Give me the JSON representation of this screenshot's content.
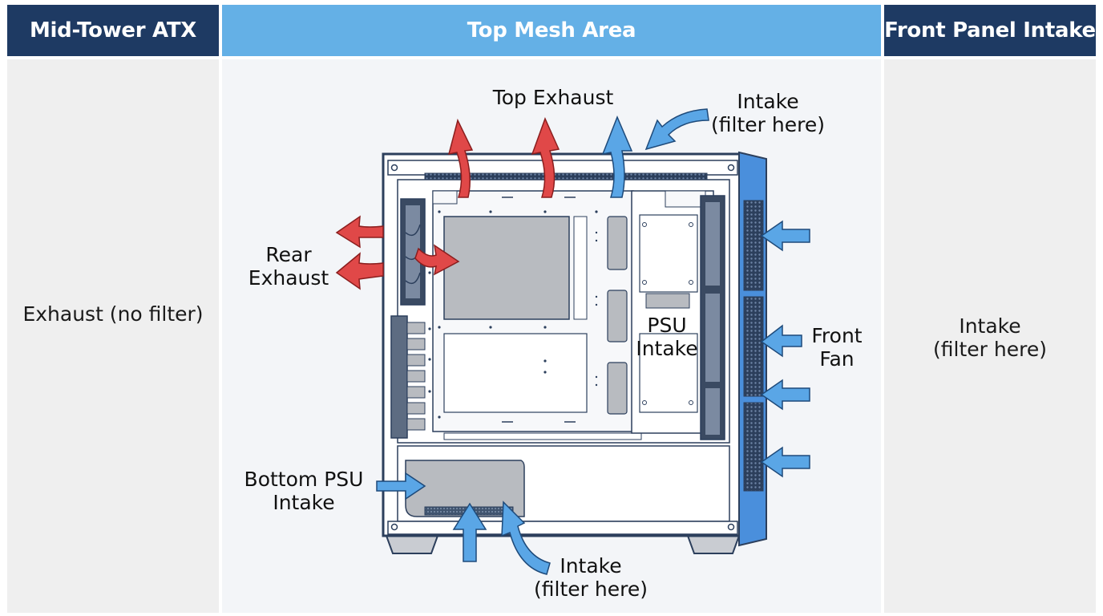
{
  "headers": {
    "left": "Mid-Tower ATX",
    "middle": "Top Mesh Area",
    "right": "Front Panel Intake"
  },
  "left_panel": {
    "text": "Exhaust (no filter)"
  },
  "right_panel": {
    "line1": "Intake",
    "line2": "(filter here)"
  },
  "diagram": {
    "top_exhaust": "Top Exhaust",
    "top_intake_line1": "Intake",
    "top_intake_line2": "(filter here)",
    "rear_exhaust_line1": "Rear",
    "rear_exhaust_line2": "Exhaust",
    "psu_intake_line1": "PSU",
    "psu_intake_line2": "Intake",
    "front_fan_line1": "Front",
    "front_fan_line2": "Fan",
    "bottom_psu_line1": "Bottom PSU",
    "bottom_psu_line2": "Intake",
    "bottom_intake_line1": "Intake",
    "bottom_intake_line2": "(filter here)"
  },
  "colors": {
    "navy": "#1e3a63",
    "light_blue": "#64b0e6",
    "exhaust_red": "#e04848",
    "intake_blue": "#5aa6e6",
    "case_blue": "#4a8fdc"
  }
}
